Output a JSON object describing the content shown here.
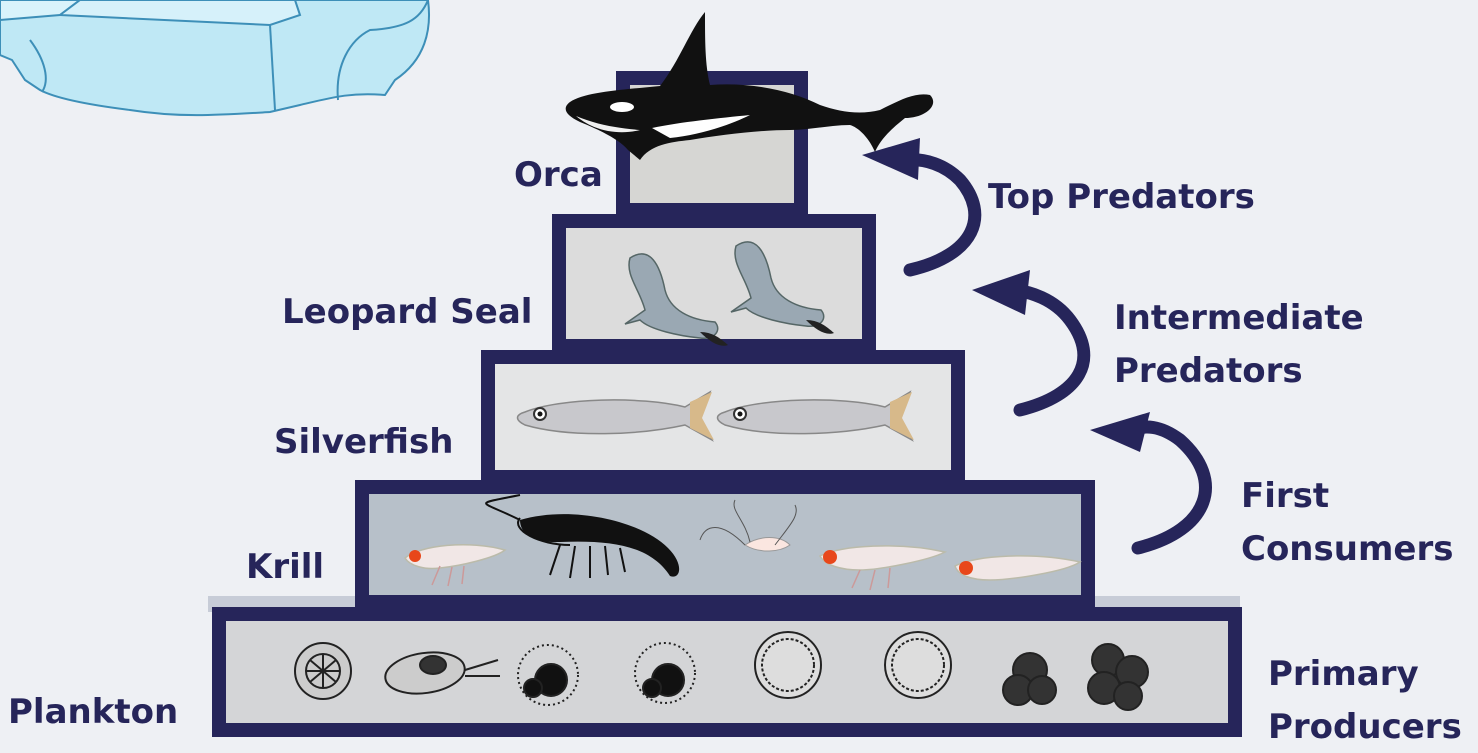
{
  "levels": [
    {
      "name": "Orca",
      "icon": "orca-icon"
    },
    {
      "name": "Leopard Seal",
      "icon": "seal-icon"
    },
    {
      "name": "Silverfish",
      "icon": "fish-icon"
    },
    {
      "name": "Krill",
      "icon": "krill-icon"
    },
    {
      "name": "Plankton",
      "icon": "plankton-icon"
    }
  ],
  "roles": {
    "top": "Top Predators",
    "intermediate_1": "Intermediate",
    "intermediate_2": "Predators",
    "first_1": "First",
    "first_2": "Consumers",
    "primary_1": "Primary",
    "primary_2": "Producers"
  },
  "decorations": [
    "iceberg-icon",
    "arrow-icon"
  ],
  "colors": {
    "frame": "#26255a",
    "text": "#26255a",
    "background": "#eef0f4",
    "top_fill": "#d6d6d3",
    "seal_fill": "#dcdcdc",
    "fish_fill": "#e4e5e6",
    "krill_fill": "#b7c0c9",
    "plankton_fill": "#d4d5d7",
    "ice": "#bfe8f5"
  }
}
